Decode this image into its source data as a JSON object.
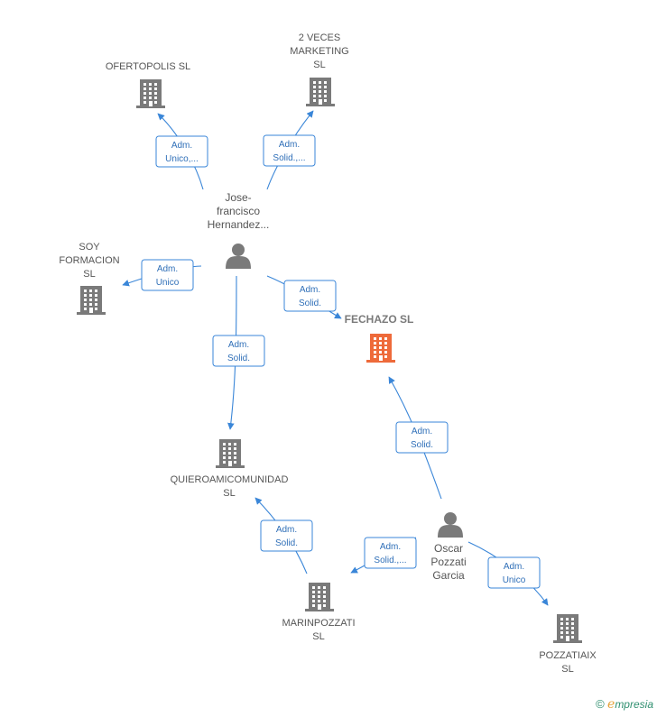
{
  "nodes": {
    "ofertopolis": {
      "lines": [
        "OFERTOPOLIS SL"
      ],
      "kind": "company"
    },
    "veces": {
      "lines": [
        "2 VECES",
        "MARKETING",
        "SL"
      ],
      "kind": "company"
    },
    "soy": {
      "lines": [
        "SOY",
        "FORMACION",
        "SL"
      ],
      "kind": "company"
    },
    "fechazo": {
      "lines": [
        "FECHAZO  SL"
      ],
      "kind": "company-main"
    },
    "quiero": {
      "lines": [
        "QUIEROAMICOMUNIDAD",
        "SL"
      ],
      "kind": "company"
    },
    "marin": {
      "lines": [
        "MARINPOZZATI",
        "SL"
      ],
      "kind": "company"
    },
    "pozzatiaix": {
      "lines": [
        "POZZATIAIX",
        "SL"
      ],
      "kind": "company"
    },
    "jose": {
      "lines": [
        "Jose-",
        "francisco",
        "Hernandez..."
      ],
      "kind": "person"
    },
    "oscar": {
      "lines": [
        "Oscar",
        "Pozzati",
        "Garcia"
      ],
      "kind": "person"
    }
  },
  "edges": [
    {
      "id": "jose-ofertopolis",
      "lines": [
        "Adm.",
        "Unico,..."
      ]
    },
    {
      "id": "jose-veces",
      "lines": [
        "Adm.",
        "Solid.,..."
      ]
    },
    {
      "id": "jose-soy",
      "lines": [
        "Adm.",
        "Unico"
      ]
    },
    {
      "id": "jose-fechazo",
      "lines": [
        "Adm.",
        "Solid."
      ]
    },
    {
      "id": "jose-quiero",
      "lines": [
        "Adm.",
        "Solid."
      ]
    },
    {
      "id": "oscar-fechazo",
      "lines": [
        "Adm.",
        "Solid."
      ]
    },
    {
      "id": "marin-quiero",
      "lines": [
        "Adm.",
        "Solid."
      ]
    },
    {
      "id": "oscar-marin",
      "lines": [
        "Adm.",
        "Solid.,..."
      ]
    },
    {
      "id": "oscar-pozzatiaix",
      "lines": [
        "Adm.",
        "Unico"
      ]
    }
  ],
  "colors": {
    "company": "#7a7a7a",
    "main": "#ee6a3a",
    "edge": "#3a86d8",
    "person": "#7a7a7a"
  },
  "footer": {
    "copyright": "©",
    "brand_initial": "e",
    "brand_rest": "mpresia"
  }
}
